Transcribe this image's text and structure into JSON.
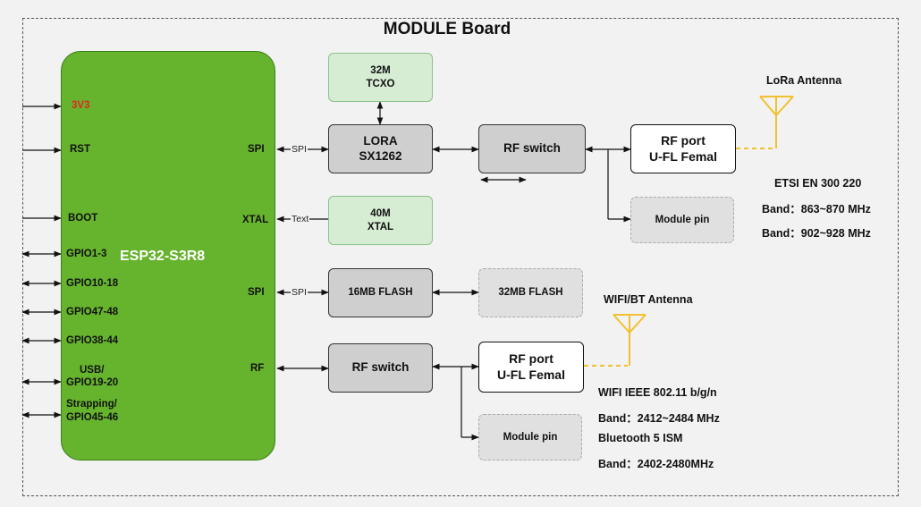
{
  "title": "MODULE Board",
  "chip": {
    "name": "ESP32-S3R8",
    "left_pins": [
      "3V3",
      "RST",
      "BOOT",
      "GPIO1-3",
      "GPIO10-18",
      "GPIO47-48",
      "GPIO38-44",
      "USB/",
      "GPIO19-20",
      "Strapping/",
      "GPIO45-46"
    ],
    "right_pins": [
      "SPI",
      "XTAL",
      "SPI",
      "RF"
    ]
  },
  "wire_labels": {
    "spi1": "SPI",
    "xtal": "Text",
    "spi2": "SPI"
  },
  "blocks": {
    "tcxo_l1": "32M",
    "tcxo_l2": "TCXO",
    "lora_l1": "LORA",
    "lora_l2": "SX1262",
    "rf_switch_top": "RF switch",
    "rf_port_top_l1": "RF port",
    "rf_port_top_l2": "U-FL Femal",
    "module_pin_top": "Module pin",
    "xtal_l1": "40M",
    "xtal_l2": "XTAL",
    "flash16": "16MB FLASH",
    "flash32": "32MB FLASH",
    "rf_switch_bottom": "RF switch",
    "rf_port_bottom_l1": "RF port",
    "rf_port_bottom_l2": "U-FL Femal",
    "module_pin_bottom": "Module pin"
  },
  "antennas": {
    "lora": "LoRa  Antenna",
    "wifi": "WIFI/BT Antenna"
  },
  "lora_specs": [
    "ETSI EN 300 220",
    "Band：863~870 MHz",
    "Band：902~928 MHz"
  ],
  "wifi_specs": [
    "WIFI IEEE 802.11 b/g/n",
    "Band：2412~2484 MHz",
    "Bluetooth 5 ISM",
    "Band：2402-2480MHz"
  ],
  "colors": {
    "chip": "#66b32e",
    "pin_power": "#e0291b",
    "antenna": "#f2c12e",
    "gray_block": "#cfcfcf",
    "green_block": "#d6ecd3"
  }
}
